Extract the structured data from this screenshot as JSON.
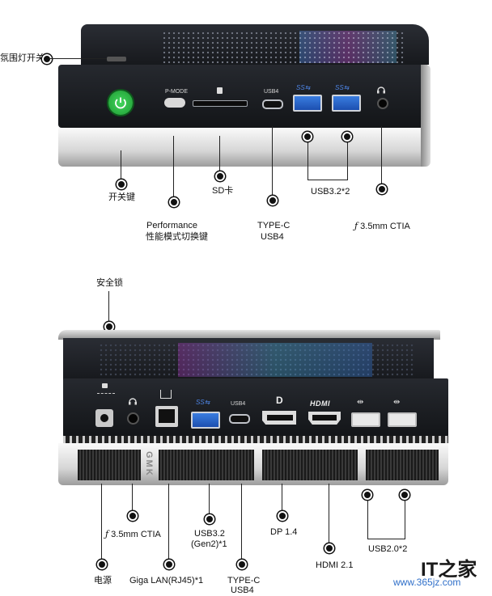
{
  "top_labels": {
    "ambient_light": "氛围灯开关",
    "power": "开关键",
    "pmode_line1": "Performance",
    "pmode_line2": "性能模式切换键",
    "sd": "SD卡",
    "typec_line1": "TYPE-C",
    "typec_line2": "USB4",
    "usb32": "USB3.2*2",
    "audio": "3.5mm CTIA"
  },
  "top_device": {
    "pmode_text": "P-MODE",
    "usb4_text": "USB4",
    "ss_text": "SS⇆"
  },
  "bottom_labels": {
    "security_lock": "安全锁",
    "power_dc": "电源",
    "audio": "3.5mm CTIA",
    "lan": "Giga LAN(RJ45)*1",
    "usb32_line1": "USB3.2",
    "usb32_line2": "(Gen2)*1",
    "typec_line1": "TYPE-C",
    "typec_line2": "USB4",
    "dp": "DP 1.4",
    "hdmi": "HDMI 2.1",
    "usb20": "USB2.0*2"
  },
  "bottom_device": {
    "usb4_text": "USB4",
    "hdmi_text": "HDMI",
    "dp_text": "D",
    "brand": "GMK"
  },
  "watermark": {
    "logo": "IT之家",
    "url": "www.365jz.com"
  },
  "colors": {
    "power_green": "#2fbf4a",
    "usb_blue": "#2a63cc",
    "body_dark": "#1b1d22"
  }
}
